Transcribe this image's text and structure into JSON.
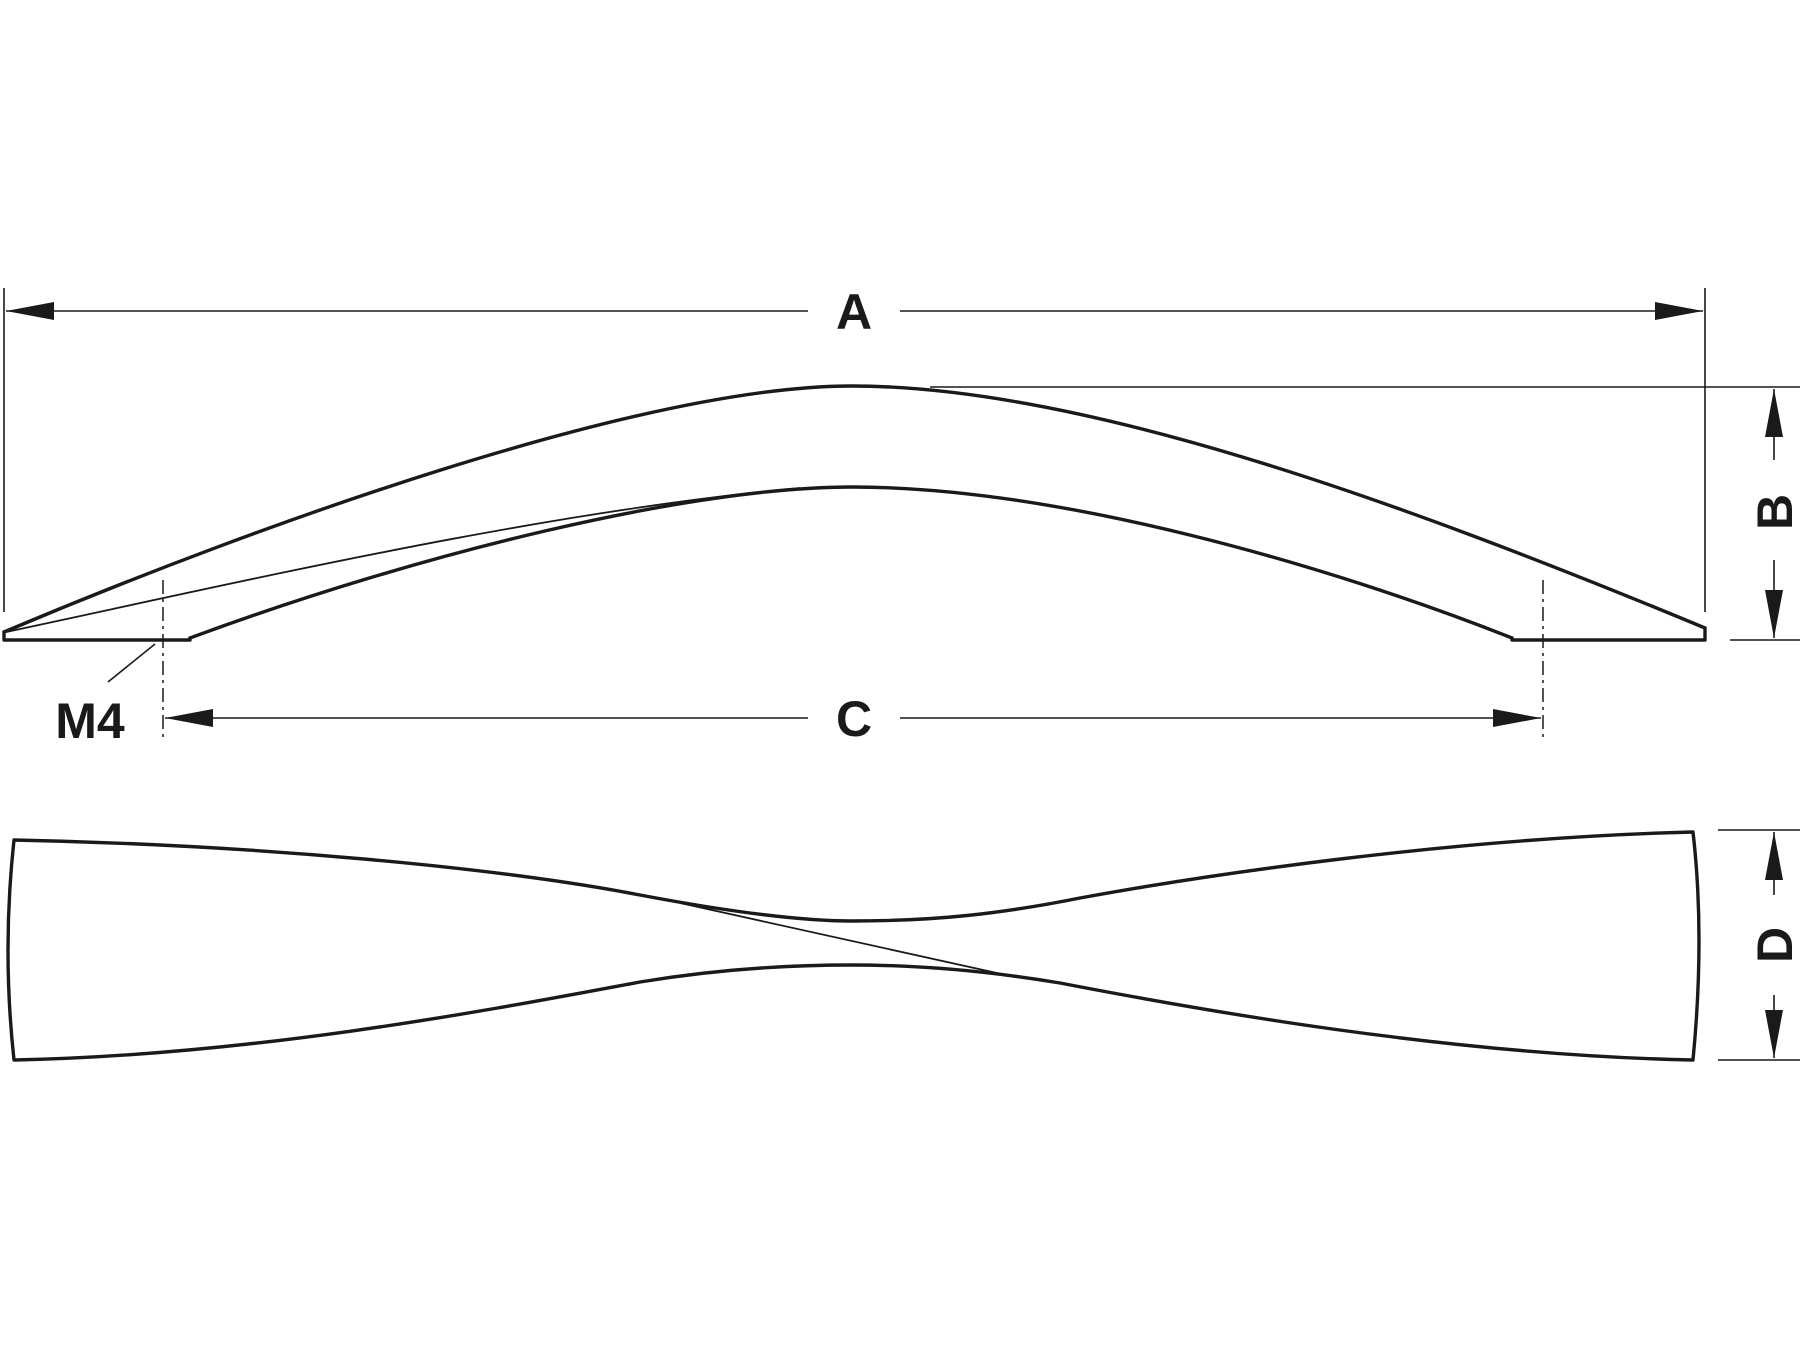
{
  "diagram": {
    "labels": {
      "overall_length": "A",
      "height": "B",
      "hole_spacing": "C",
      "width": "D",
      "thread": "M4"
    }
  }
}
